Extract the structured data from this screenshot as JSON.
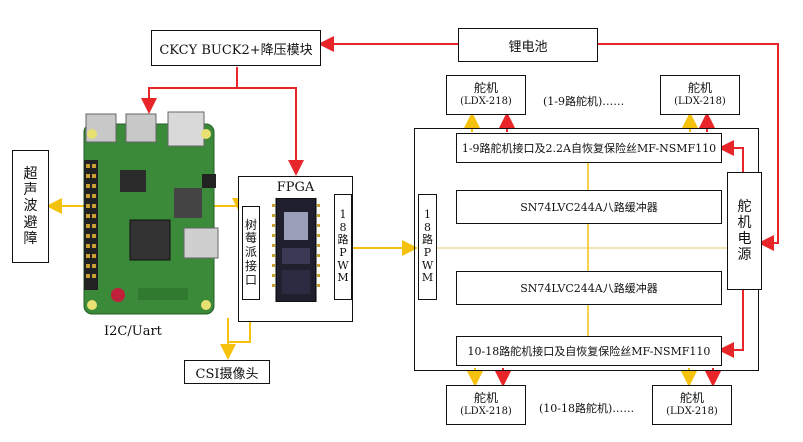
{
  "buck_module": "CKCY BUCK2+降压模块",
  "battery": "锂电池",
  "ultrasonic": [
    "超",
    "声",
    "波",
    "避",
    "障"
  ],
  "i2c_uart": "I2C/Uart",
  "csi_camera": "CSI摄像头",
  "fpga": {
    "title": "FPGA",
    "rpi_interface": [
      "树",
      "莓",
      "派",
      "接",
      "口"
    ],
    "pwm_out": [
      "1",
      "8",
      "路",
      "P",
      "W",
      "M"
    ]
  },
  "servo_board": {
    "pwm_in": [
      "1",
      "8",
      "路",
      "P",
      "W",
      "M"
    ],
    "top_interface": "1-9路舵机接口及2.2A自恢复保险丝MF-NSMF110",
    "buffer1": "SN74LVC244A八路缓冲器",
    "buffer2": "SN74LVC244A八路缓冲器",
    "bottom_interface": "10-18路舵机接口及自恢复保险丝MF-NSMF110",
    "servo_power": [
      "舵",
      "机",
      "电",
      "源"
    ]
  },
  "servo_name": "舵机",
  "servo_model": "(LDX-218)",
  "top_servo_range": "(1-9路舵机)……",
  "bottom_servo_range": "(10-18路舵机)……",
  "colors": {
    "power": "#e8262a",
    "signal": "#f4c20d",
    "pcb": "#3a8a3a"
  }
}
